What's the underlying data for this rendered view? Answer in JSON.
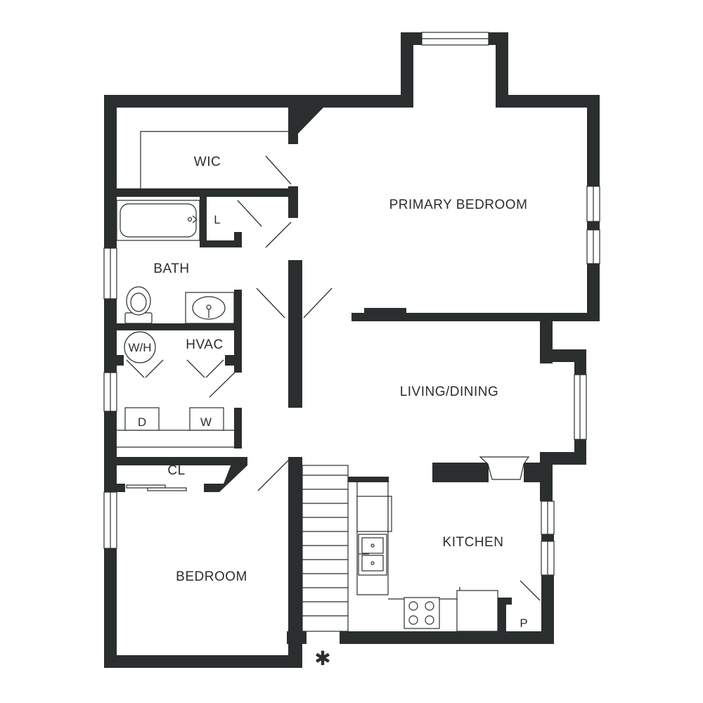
{
  "rooms": {
    "wic": "WIC",
    "primary_bedroom": "PRIMARY BEDROOM",
    "bath": "BATH",
    "hvac": "HVAC",
    "living_dining": "LIVING/DINING",
    "closet": "CL",
    "bedroom": "BEDROOM",
    "kitchen": "KITCHEN"
  },
  "fixtures": {
    "linen": "L",
    "water_heater": "W/H",
    "dryer": "D",
    "washer": "W",
    "pantry": "P"
  },
  "colors": {
    "wall": "#2b2e2e",
    "background": "#ffffff"
  },
  "icons": {
    "entry_marker": "asterisk-icon"
  }
}
